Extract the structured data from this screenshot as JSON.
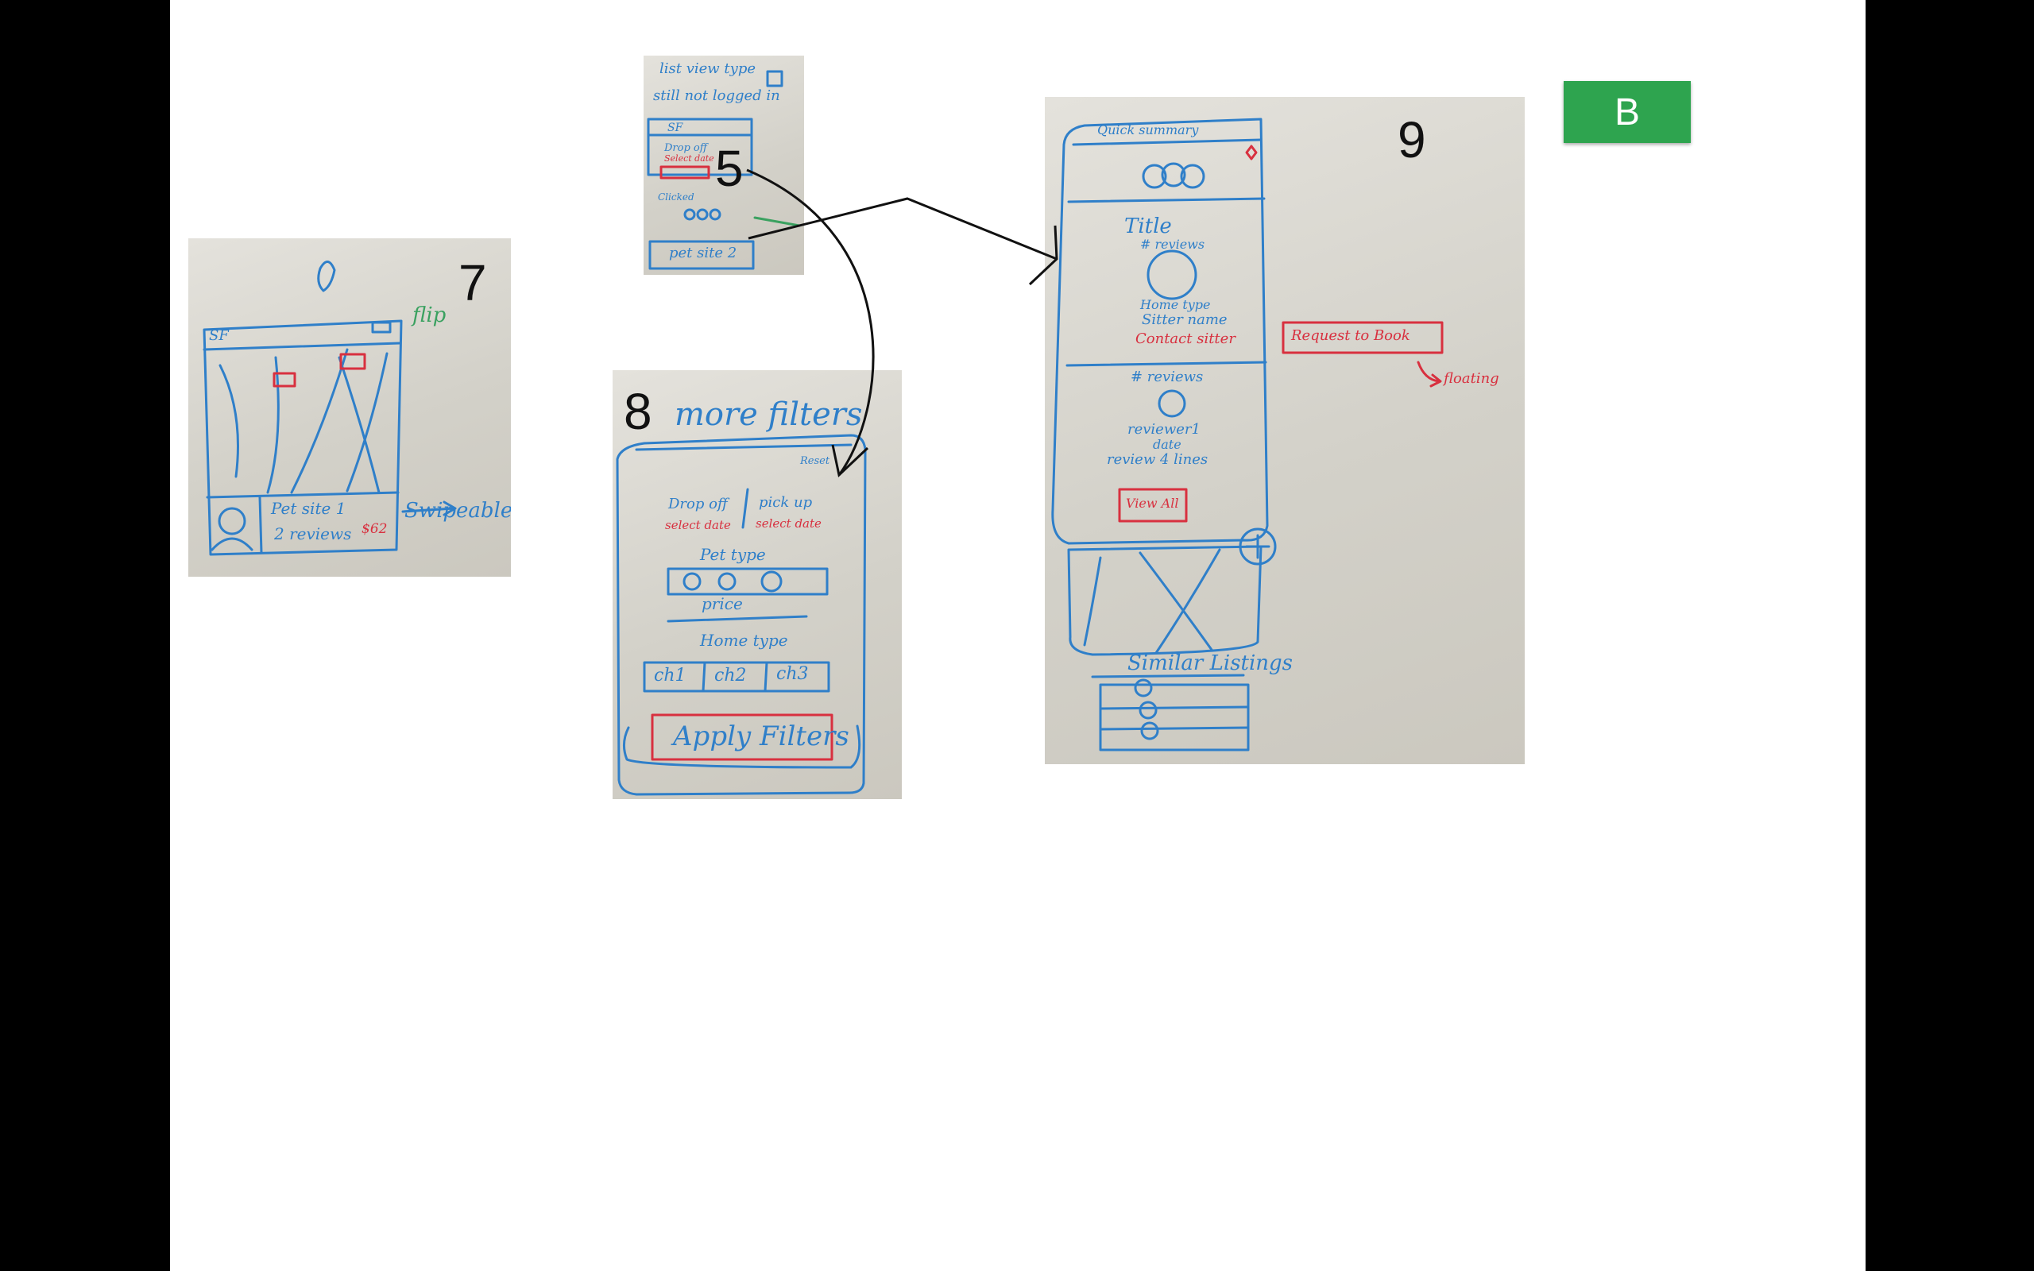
{
  "slide": {
    "section_badge": "B",
    "badge_color": "#2ea44f",
    "background": "#ffffff"
  },
  "screens": [
    {
      "id": "screen-5",
      "number": "5",
      "notes": [
        "list view type",
        "still not logged in",
        "SF",
        "Drop off",
        "Select date",
        "Clicked",
        "pet site 2"
      ]
    },
    {
      "id": "screen-7",
      "number": "7",
      "notes": [
        "SF",
        "Pet site 1",
        "2 reviews",
        "$62",
        "Swipeable",
        "flip"
      ]
    },
    {
      "id": "screen-8",
      "number": "8",
      "notes": [
        "more filters",
        "Reset",
        "Drop off",
        "pick up",
        "select date",
        "select date",
        "Pet type",
        "price",
        "Home type",
        "ch1",
        "ch2",
        "ch3",
        "Apply Filters"
      ]
    },
    {
      "id": "screen-9",
      "number": "9",
      "notes": [
        "Quick summary",
        "Title",
        "# reviews",
        "Home type",
        "Sitter name",
        "Contact sitter",
        "# reviews",
        "reviewer1",
        "date",
        "review 4 lines",
        "View All",
        "Similar Listings",
        "Request to Book",
        "floating"
      ]
    }
  ],
  "colors": {
    "marker_blue": "#2f7fc9",
    "marker_red": "#d8303f",
    "marker_green": "#3aa160",
    "annotation_black": "#111111"
  }
}
